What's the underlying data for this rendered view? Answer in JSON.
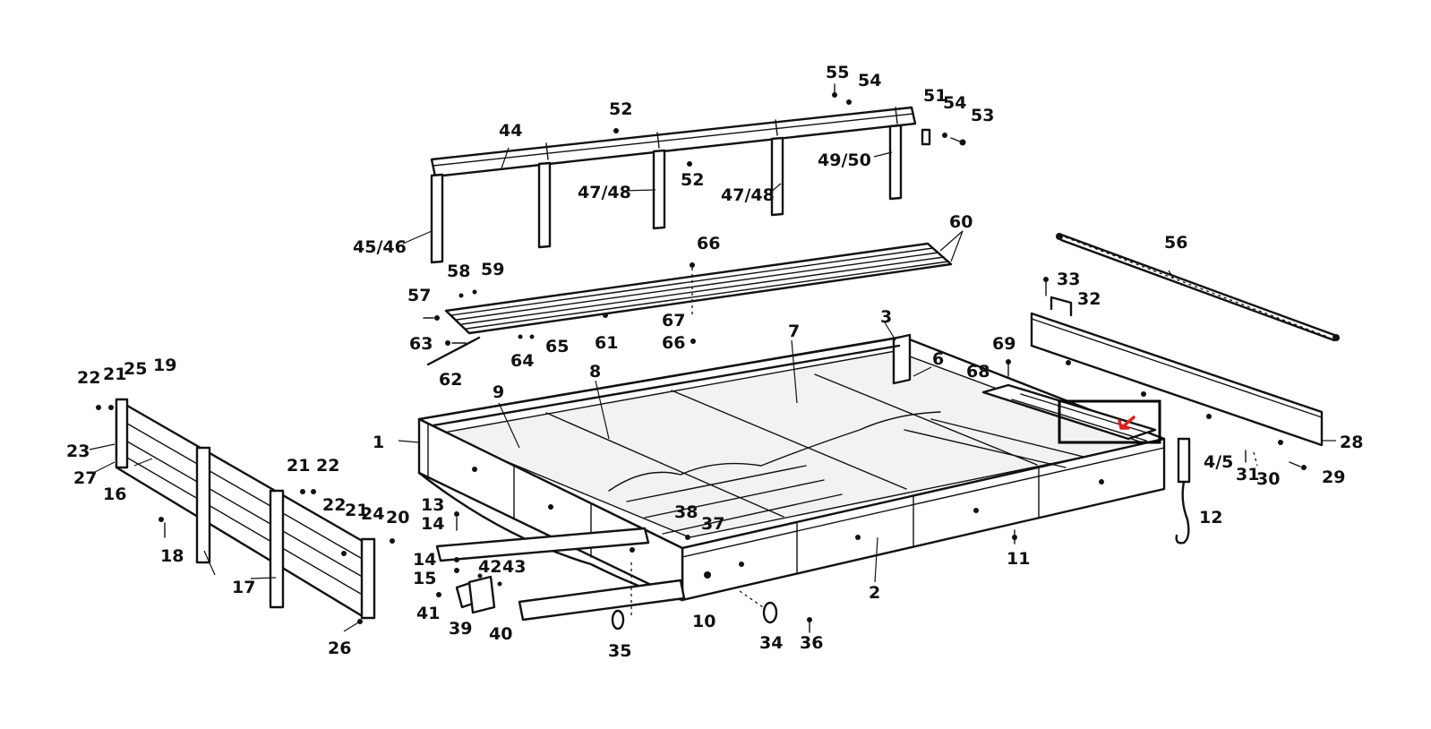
{
  "diagram": {
    "highlight_color": "#e02020",
    "labels": [
      "1",
      "2",
      "3",
      "4/5",
      "6",
      "7",
      "8",
      "9",
      "10",
      "11",
      "12",
      "13",
      "14",
      "14",
      "15",
      "16",
      "17",
      "18",
      "19",
      "20",
      "21",
      "21",
      "21",
      "22",
      "22",
      "22",
      "23",
      "24",
      "25",
      "26",
      "27",
      "28",
      "29",
      "30",
      "31",
      "32",
      "33",
      "34",
      "35",
      "36",
      "37",
      "38",
      "39",
      "40",
      "41",
      "42",
      "43",
      "44",
      "45/46",
      "47/48",
      "47/48",
      "49/50",
      "51",
      "52",
      "52",
      "53",
      "54",
      "54",
      "55",
      "56",
      "57",
      "58",
      "59",
      "60",
      "61",
      "62",
      "63",
      "64",
      "65",
      "66",
      "66",
      "67",
      "68",
      "69"
    ]
  }
}
